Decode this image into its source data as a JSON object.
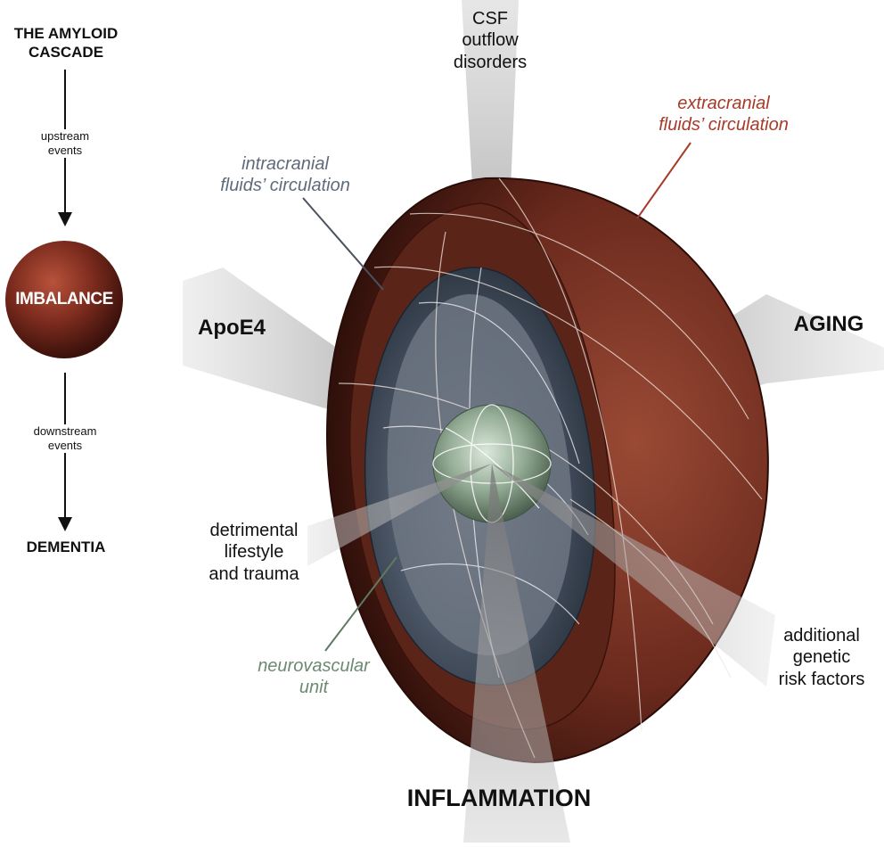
{
  "left_panel": {
    "title_line1": "THE AMYLOID",
    "title_line2": "CASCADE",
    "upstream_line1": "upstream",
    "upstream_line2": "events",
    "imbalance": "IMBALANCE",
    "downstream_line1": "downstream",
    "downstream_line2": "events",
    "dementia": "DEMENTIA"
  },
  "labels": {
    "csf_line1": "CSF",
    "csf_line2": "outflow",
    "csf_line3": "disorders",
    "extracranial_line1": "extracranial",
    "extracranial_line2": "fluids’ circulation",
    "intracranial_line1": "intracranial",
    "intracranial_line2": "fluids’ circulation",
    "apoe4": "ApoE4",
    "aging": "AGING",
    "lifestyle_line1": "detrimental",
    "lifestyle_line2": "lifestyle",
    "lifestyle_line3": "and trauma",
    "neurovascular_line1": "neurovascular",
    "neurovascular_line2": "unit",
    "genetic_line1": "additional",
    "genetic_line2": "genetic",
    "genetic_line3": "risk factors",
    "inflammation": "INFLAMMATION"
  },
  "colors": {
    "extracranial_label": "#a83a2a",
    "intracranial_label": "#5f6b7a",
    "neurovascular_label": "#6b8a70",
    "outer_shell": "#6e2a1e",
    "inner_shell": "#3f4a5a",
    "core_sphere": "#a9bfa9",
    "beam_gray": "#8a8a8a"
  }
}
